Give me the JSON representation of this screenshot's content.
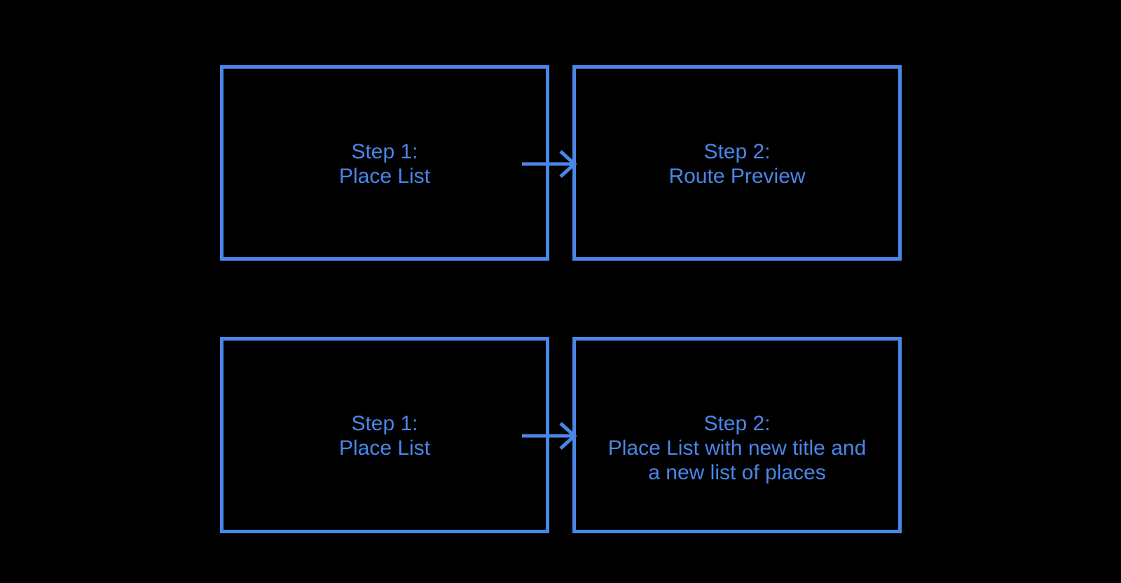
{
  "colors": {
    "background": "#000000",
    "accent": "#4A86E8"
  },
  "diagram": {
    "type": "flow",
    "boxes": [
      {
        "id": "step1-place-list-top",
        "lines": [
          "Step 1:",
          "Place List"
        ]
      },
      {
        "id": "step2-route-preview",
        "lines": [
          "Step 2:",
          "Route Preview"
        ]
      },
      {
        "id": "step1-place-list-bottom",
        "lines": [
          "Step 1:",
          "Place List"
        ]
      },
      {
        "id": "step2-place-list-new",
        "lines": [
          "Step 2:",
          "Place List with new title and",
          "a new list of places"
        ]
      }
    ],
    "arrows": [
      {
        "from": "step1-place-list-top",
        "to": "step2-route-preview",
        "direction": "right"
      },
      {
        "from": "step1-place-list-bottom",
        "to": "step2-place-list-new",
        "direction": "right"
      }
    ]
  }
}
